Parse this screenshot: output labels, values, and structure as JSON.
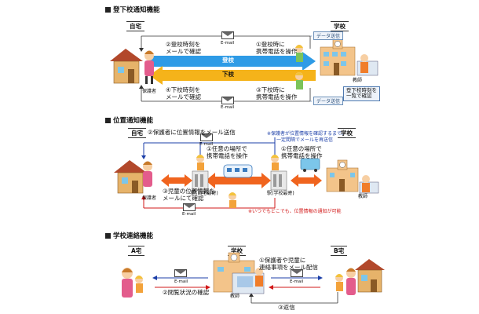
{
  "sections": {
    "s1": {
      "title": "登下校通知機能",
      "home": "自宅",
      "school": "学校",
      "email": "E-mail",
      "data_tx_top": "データ送信",
      "data_tx_bottom": "データ送信",
      "go_label": "登校",
      "return_label": "下校",
      "parent_step2a": "②登校時刻を",
      "parent_step2b": "メールで確認",
      "parent_step4a": "④下校時刻を",
      "parent_step4b": "メールで確認",
      "child_step1a": "①登校時に",
      "child_step1b": "携帯電話を操作",
      "child_step3a": "③下校時に",
      "child_step3b": "携帯電話を操作",
      "parent_label": "保護者",
      "teacher_label": "教師",
      "teacher_note_a": "登下校時刻を",
      "teacher_note_b": "一覧で確認"
    },
    "s2": {
      "title": "位置通知機能",
      "home": "自宅",
      "school": "学校",
      "email": "E-mail",
      "step2": "②保護者に位置情報をメール送信",
      "note_blue_a": "※保護者が位置情報を確認するまで、",
      "note_blue_b": "一定間隔でメールを再送信",
      "step1a_l": "①任意の場所で",
      "step1b_l": "携帯電話を操作",
      "step1a_r": "①任意の場所で",
      "step1b_r": "携帯電話を操作",
      "station_home": "駅(自宅最寄)",
      "station_school": "駅(学校最寄)",
      "step3a": "③児童の位置情報を",
      "step3b": "メールにて確認",
      "note_red": "※いつでもどこでも、位置情報の通知が可能",
      "parent_label": "保護者",
      "teacher_label": "教師"
    },
    "s3": {
      "title": "学校連絡機能",
      "home_a": "A宅",
      "school": "学校",
      "home_b": "B宅",
      "step1a": "①保護者や児童に",
      "step1b": "連絡事項をメール配信",
      "step2": "②閲覧状況の確認",
      "step3": "③返信",
      "email": "E-mail",
      "teacher_label": "教師"
    }
  },
  "colors": {
    "arrow_blue": "#2e9be6",
    "arrow_yellow": "#f5b31a",
    "arrow_orange": "#f0641e",
    "line_blue": "#1c3fa8",
    "line_red": "#d21818",
    "house_wall": "#e6b36a",
    "house_roof": "#b2482b",
    "school_wall": "#f3c48a"
  }
}
